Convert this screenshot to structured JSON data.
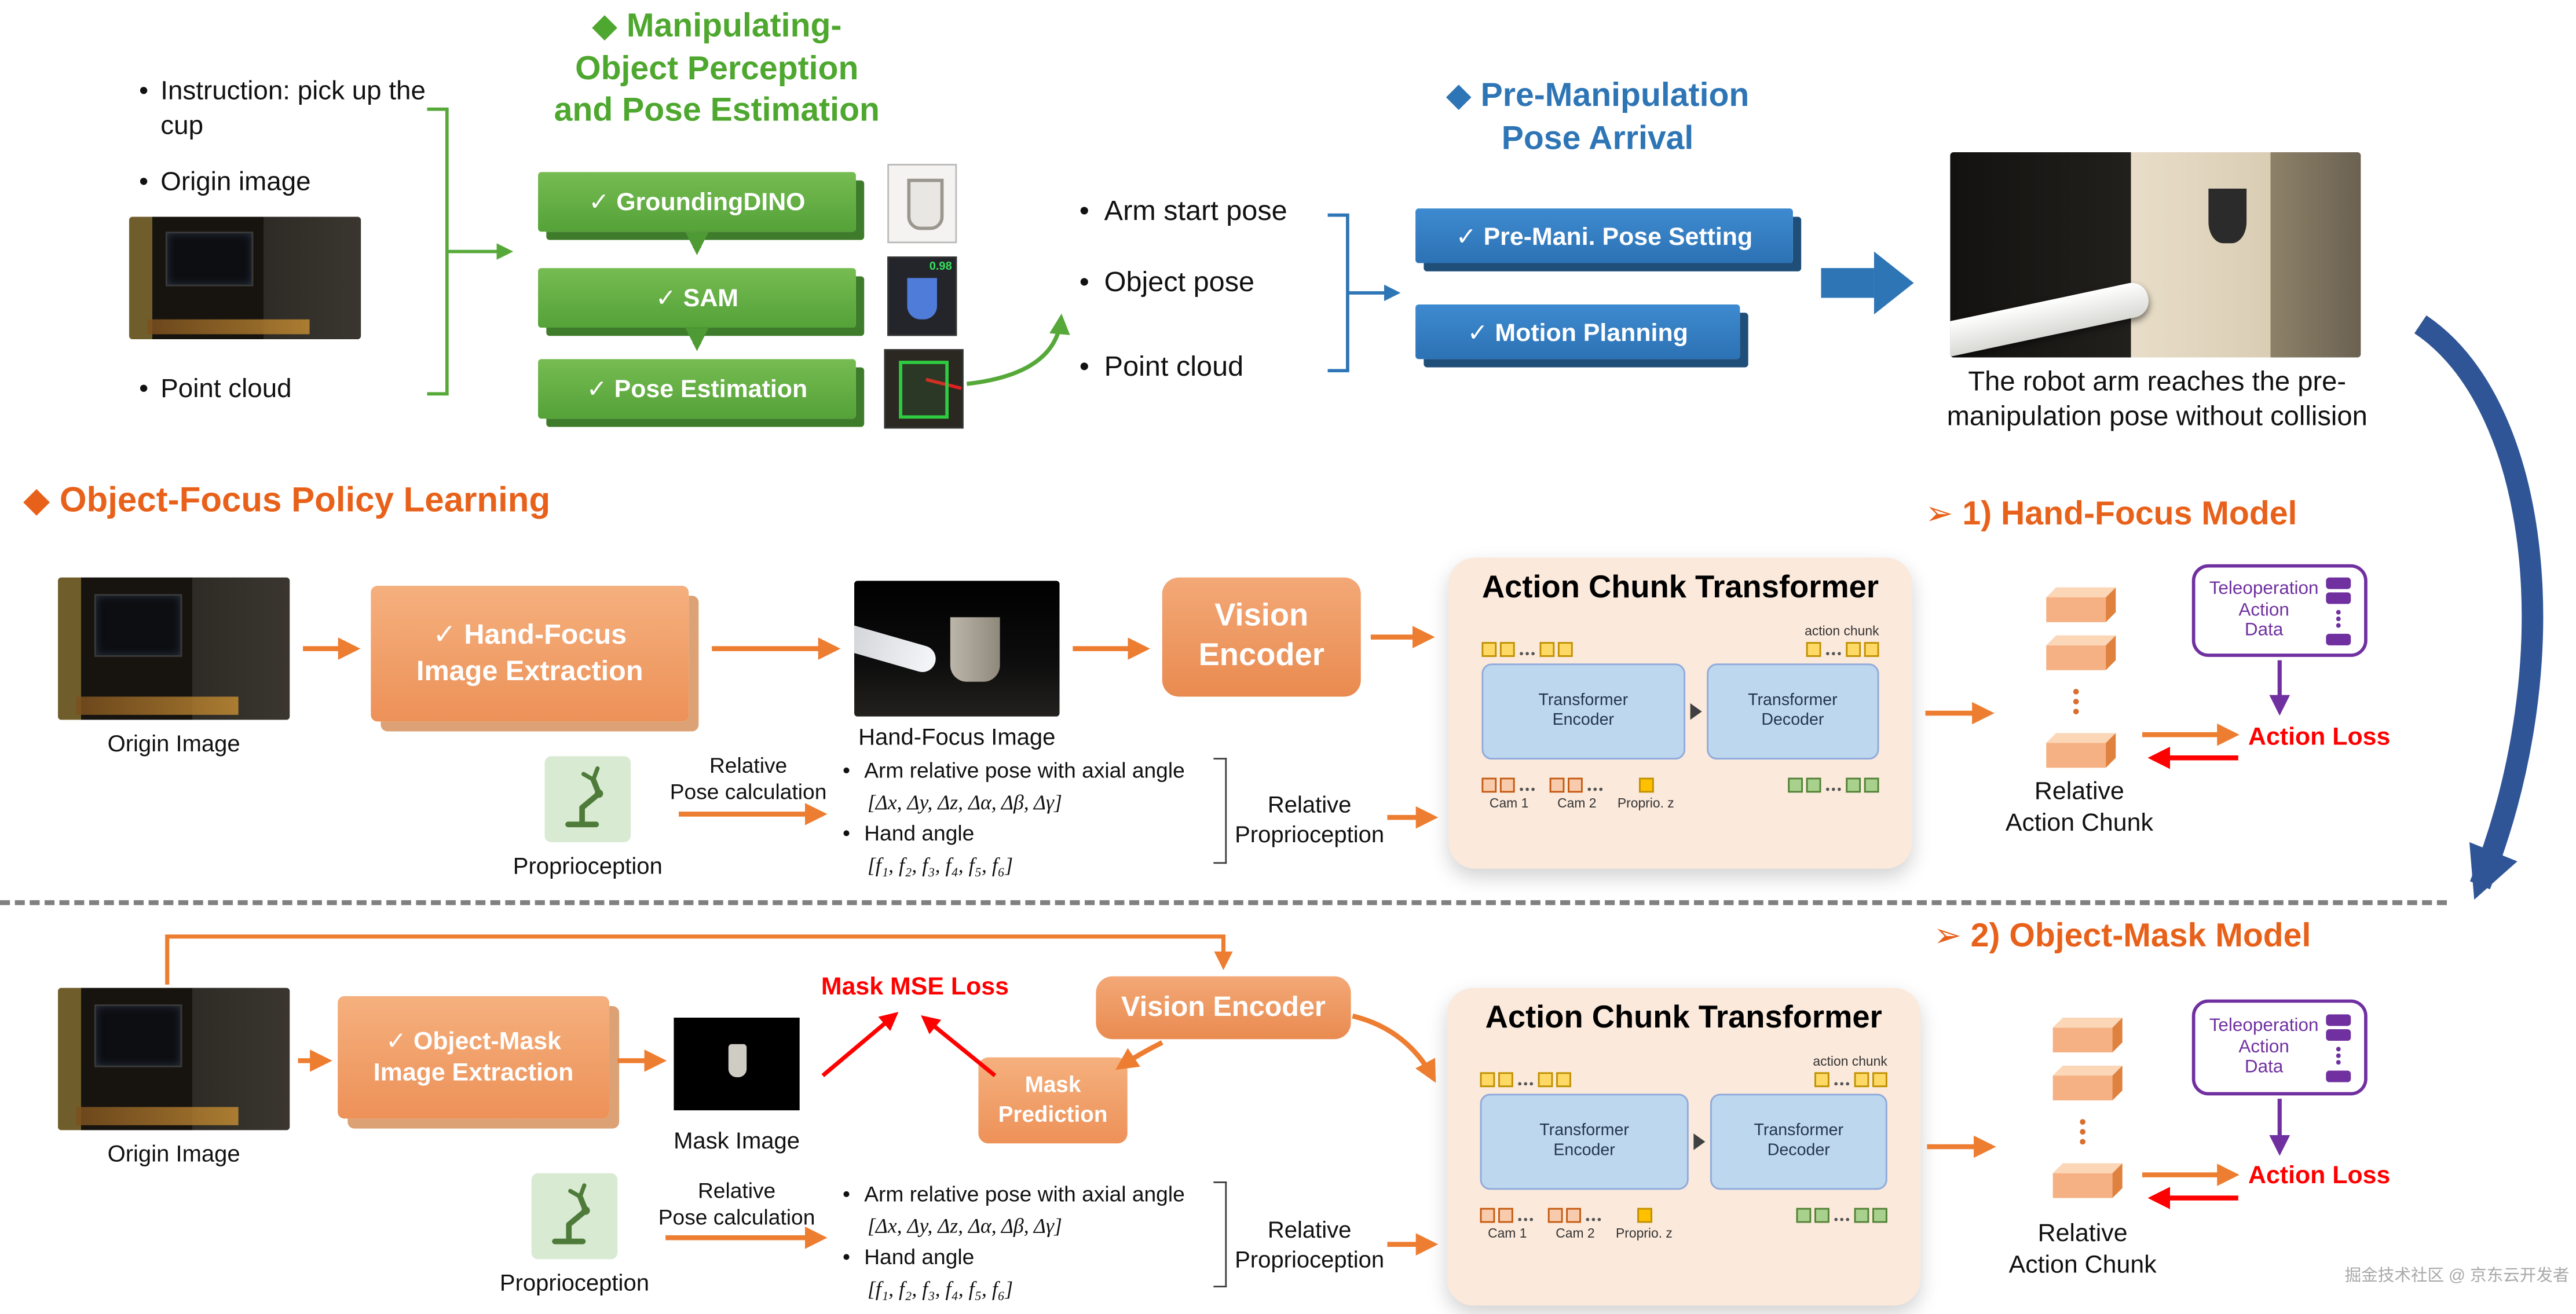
{
  "colors": {
    "green": "#4EA72E",
    "blue": "#2E75B6",
    "orange_accent": "#ED7D31",
    "orange_title": "#E8611B",
    "purple": "#7030A0",
    "red": "#FF0000"
  },
  "perception": {
    "title": "◆ Manipulating-\nObject Perception\nand Pose Estimation",
    "inputs": [
      "Instruction: pick up the cup",
      "Origin image",
      "Point cloud"
    ],
    "steps": [
      "✓ GroundingDINO",
      "✓ SAM",
      "✓ Pose Estimation"
    ],
    "sam_score": "0.98",
    "outputs": [
      "Arm start pose",
      "Object pose",
      "Point cloud"
    ]
  },
  "pre_manipulation": {
    "title": "◆ Pre-Manipulation\nPose Arrival",
    "steps": [
      "✓ Pre-Mani. Pose Setting",
      "✓ Motion Planning"
    ],
    "caption": "The robot arm reaches the pre-\nmanipulation pose without collision"
  },
  "policy_title": "◆ Object-Focus Policy Learning",
  "act": {
    "title": "Action Chunk Transformer",
    "action_chunk": "action chunk",
    "encoder": "Transformer\nEncoder",
    "decoder": "Transformer\nDecoder",
    "cam1": "Cam 1",
    "cam2": "Cam 2",
    "proprio": "Proprio. z"
  },
  "common": {
    "origin_label": "Origin Image",
    "vision_encoder": "Vision\nEncoder",
    "chunk_label": "Relative\nAction Chunk",
    "teleop": "Teleoperation\nAction\nData",
    "action_loss": "Action Loss",
    "proprioception": "Proprioception",
    "pose_calc": "Relative\nPose calculation",
    "pose_lines": [
      "Arm relative pose with axial angle",
      "[Δx, Δy, Δz, Δα, Δβ, Δγ]",
      "Hand angle",
      "[f₁, f₂, f₃, f₄, f₅, f₆]"
    ],
    "relative_proprio": "Relative\nProprioception"
  },
  "hand_focus": {
    "model_title": "➢ 1) Hand-Focus Model",
    "extraction": "✓ Hand-Focus\nImage Extraction",
    "image_label": "Hand-Focus Image"
  },
  "object_mask": {
    "model_title": "➢ 2) Object-Mask Model",
    "extraction": "✓ Object-Mask\nImage Extraction",
    "mask_label": "Mask Image",
    "mse_loss": "Mask MSE Loss",
    "vision_encoder": "Vision Encoder",
    "mask_prediction": "Mask\nPrediction"
  },
  "watermark": "掘金技术社区 @ 京东云开发者"
}
